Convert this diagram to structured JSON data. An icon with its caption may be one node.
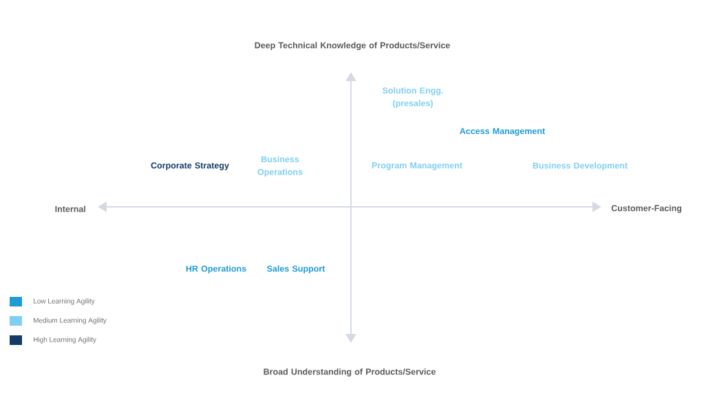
{
  "diagram": {
    "labels": [
      "Deep Technical Knowledge of Products/Service",
      "Solution Engg. (presales)",
      "Access Management",
      "Corporate Strategy",
      "Business Operations",
      "Program Management",
      "Business Development",
      "Internal",
      "Customer-Facing",
      "HR Operations",
      "Sales Support",
      "Broad Understanding of Products/Service"
    ],
    "legend": [
      {
        "text": "Low Learning Agility",
        "color": "#1e9bd7"
      },
      {
        "text": "Medium Learning Agility",
        "color": "#7fcff3"
      },
      {
        "text": "High Learning Agility",
        "color": "#143a66"
      }
    ]
  }
}
